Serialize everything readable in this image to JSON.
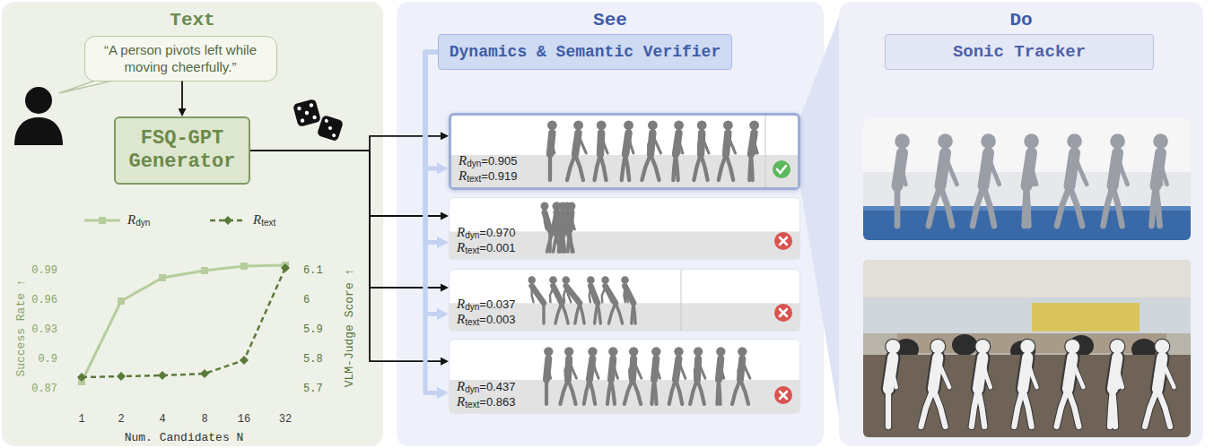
{
  "diagram": {
    "nodes": [
      {
        "text": [
          "Text"
        ]
      },
      {
        "text": [
          "“A person pivots left while moving cheerfully.”"
        ],
        "in": 0
      },
      {
        "text": [
          "FSQ-GPT Generator"
        ],
        "in": 0
      },
      {
        "text": [
          "See"
        ]
      },
      {
        "text": [
          "Dynamics & Semantic Verifier"
        ],
        "in": 3
      },
      {
        "text": [
          "Rdyn=0.905",
          "Rtext=0.919"
        ],
        "in": 3
      },
      {
        "text": [
          "Rdyn=0.970",
          "Rtext=0.001"
        ],
        "in": 3
      },
      {
        "text": [
          "Rdyn=0.037",
          "Rtext=0.003"
        ],
        "in": 3
      },
      {
        "text": [
          "Rdyn=0.437",
          "Rtext=0.863"
        ],
        "in": 3
      },
      {
        "text": [
          "Do"
        ]
      },
      {
        "text": [
          "Sonic Tracker"
        ],
        "in": 9
      }
    ],
    "edges": [
      {
        "from": 1,
        "to": 2,
        "arrow": "to"
      },
      {
        "from": 2,
        "to": 5,
        "arrow": "to"
      },
      {
        "from": 2,
        "to": 6,
        "arrow": "to"
      },
      {
        "from": 2,
        "to": 7,
        "arrow": "to"
      },
      {
        "from": 2,
        "to": 8,
        "arrow": "to"
      },
      {
        "from": 4,
        "to": 5,
        "arrow": "to"
      },
      {
        "from": 4,
        "to": 6,
        "arrow": "to"
      },
      {
        "from": 4,
        "to": 7,
        "arrow": "to"
      },
      {
        "from": 4,
        "to": 8,
        "arrow": "to"
      }
    ],
    "labels": [
      "0.99",
      "0.96",
      "0.93",
      "0.9",
      "0.87",
      "6.1",
      "6",
      "5.9",
      "5.8",
      "5.7",
      "1",
      "2",
      "4",
      "8",
      "16",
      "32",
      "Success Rate ↑",
      "VLM-Judge Score ↑",
      "Num. Candidates N"
    ],
    "legend": [
      {
        "text": "Rdyn"
      },
      {
        "text": "Rtext"
      }
    ]
  }
}
